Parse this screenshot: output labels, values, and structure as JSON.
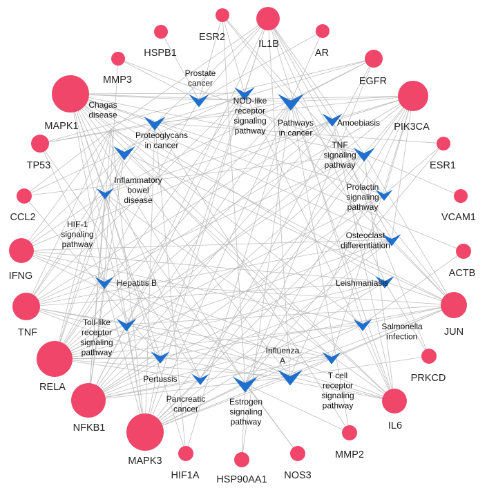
{
  "colors": {
    "gene_node": "#f0466a",
    "pathway_node": "#1f6fce",
    "edge": "#bdbdbd",
    "background": "#ffffff"
  },
  "genes": [
    {
      "id": "ESR2",
      "label": "ESR2"
    },
    {
      "id": "IL1B",
      "label": "IL1B"
    },
    {
      "id": "AR",
      "label": "AR"
    },
    {
      "id": "HSPB1",
      "label": "HSPB1"
    },
    {
      "id": "EGFR",
      "label": "EGFR"
    },
    {
      "id": "MMP3",
      "label": "MMP3"
    },
    {
      "id": "MAPK1",
      "label": "MAPK1"
    },
    {
      "id": "PIK3CA",
      "label": "PIK3CA"
    },
    {
      "id": "TP53",
      "label": "TP53"
    },
    {
      "id": "ESR1",
      "label": "ESR1"
    },
    {
      "id": "CCL2",
      "label": "CCL2"
    },
    {
      "id": "VCAM1",
      "label": "VCAM1"
    },
    {
      "id": "IFNG",
      "label": "IFNG"
    },
    {
      "id": "ACTB",
      "label": "ACTB"
    },
    {
      "id": "TNF",
      "label": "TNF"
    },
    {
      "id": "JUN",
      "label": "JUN"
    },
    {
      "id": "RELA",
      "label": "RELA"
    },
    {
      "id": "PRKCD",
      "label": "PRKCD"
    },
    {
      "id": "NFKB1",
      "label": "NFKB1"
    },
    {
      "id": "IL6",
      "label": "IL6"
    },
    {
      "id": "MAPK3",
      "label": "MAPK3"
    },
    {
      "id": "MMP2",
      "label": "MMP2"
    },
    {
      "id": "HIF1A",
      "label": "HIF1A"
    },
    {
      "id": "NOS3",
      "label": "NOS3"
    },
    {
      "id": "HSP90AA1",
      "label": "HSP90AA1"
    }
  ],
  "pathways": [
    {
      "id": "prostate",
      "label_lines": [
        "Prostate",
        "cancer"
      ]
    },
    {
      "id": "nodlike",
      "label_lines": [
        "NOD-like",
        "receptor",
        "signaling",
        "pathway"
      ]
    },
    {
      "id": "pathways_cancer",
      "label_lines": [
        "Pathways",
        "in cancer"
      ]
    },
    {
      "id": "amoebiasis",
      "label_lines": [
        "Amoebiasis"
      ]
    },
    {
      "id": "chagas",
      "label_lines": [
        "Chagas",
        "disease"
      ]
    },
    {
      "id": "proteoglycans",
      "label_lines": [
        "Proteoglycans",
        "in cancer"
      ]
    },
    {
      "id": "tnf",
      "label_lines": [
        "TNF",
        "signaling",
        "pathway"
      ]
    },
    {
      "id": "ibd",
      "label_lines": [
        "Inflammatory",
        "bowel",
        "disease"
      ]
    },
    {
      "id": "prolactin",
      "label_lines": [
        "Prolactin",
        "signaling",
        "pathway"
      ]
    },
    {
      "id": "hif1",
      "label_lines": [
        "HIF-1",
        "signaling",
        "pathway"
      ]
    },
    {
      "id": "osteoclast",
      "label_lines": [
        "Osteoclast",
        "differentiation"
      ]
    },
    {
      "id": "hepb",
      "label_lines": [
        "Hepatitis B"
      ]
    },
    {
      "id": "leish",
      "label_lines": [
        "Leishmaniasis"
      ]
    },
    {
      "id": "tolllike",
      "label_lines": [
        "Toll-like",
        "receptor",
        "signaling",
        "pathway"
      ]
    },
    {
      "id": "salmonella",
      "label_lines": [
        "Salmonella",
        "infection"
      ]
    },
    {
      "id": "influenza",
      "label_lines": [
        "Influenza",
        "A"
      ]
    },
    {
      "id": "tcell",
      "label_lines": [
        "T cell",
        "receptor",
        "signaling",
        "pathway"
      ]
    },
    {
      "id": "pertussis",
      "label_lines": [
        "Pertussis"
      ]
    },
    {
      "id": "pancreatic",
      "label_lines": [
        "Pancreatic",
        "cancer"
      ]
    },
    {
      "id": "estrogen",
      "label_lines": [
        "Estrogen",
        "signaling",
        "pathway"
      ]
    }
  ]
}
